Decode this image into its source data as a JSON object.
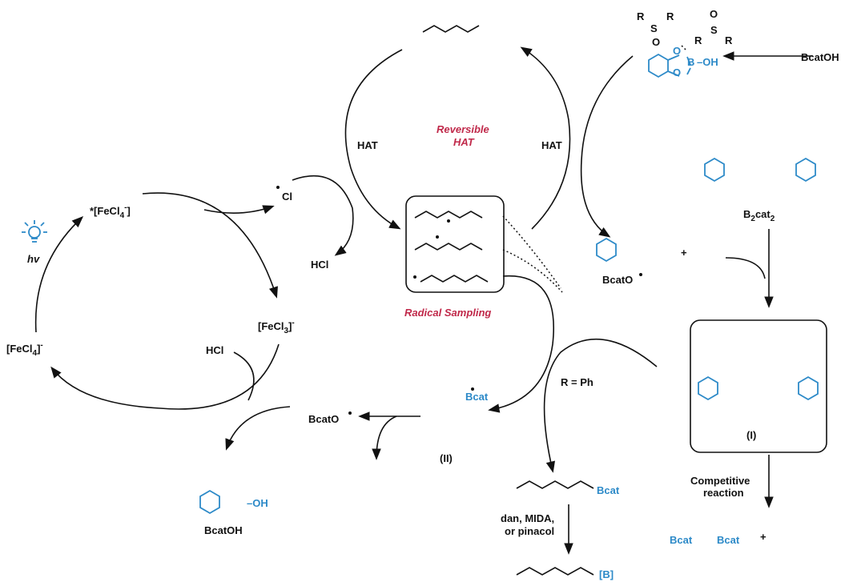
{
  "labels": {
    "fecl4_excited": "*[FeCl",
    "fecl4_excited_sub": "4",
    "fecl4_excited_sup": "-",
    "fecl4": "[FeCl",
    "fecl4_sub": "4",
    "fecl4_sup": "-",
    "fecl3": "[FeCl",
    "fecl3_sub": "3",
    "fecl3_sup": "-",
    "hv": "hv",
    "cl_radical": "Cl",
    "hcl_top": "HCl",
    "hcl_bottom": "HCl",
    "hat_left": "HAT",
    "hat_right": "HAT",
    "reversible_1": "Reversible",
    "reversible_2": "HAT",
    "radical_sampling": "Radical Sampling",
    "bcatoh_right": "BcatOH",
    "b2cat2": "B",
    "b2cat2_sub1": "2",
    "b2cat2_mid": "cat",
    "b2cat2_sub2": "2",
    "bcato_radical_right": "BcatO",
    "bcato_radical_left": "BcatO",
    "plus_1": "+",
    "plus_2": "+",
    "r_equals_ph": "R = Ph",
    "bcat_complex": "Bcat",
    "intermediate_II": "(II)",
    "intermediate_I": "(I)",
    "competitive_1": "Competitive",
    "competitive_2": "reaction",
    "product_bcat": "Bcat",
    "conditions_1": "dan, MIDA,",
    "conditions_2": "or pinacol",
    "product_b": "[B]",
    "bcatoh_bottom": "BcatOH",
    "bcat_left": "Bcat",
    "bcat_right": "Bcat",
    "atom_O": "O",
    "atom_B": "B",
    "atom_S": "S",
    "atom_R": "R",
    "atom_OH": "OH",
    "atom_OH_dash": "–OH"
  },
  "colors": {
    "boron_blue": "#2d8ac8",
    "accent_red": "#c0294a",
    "ink": "#111111"
  }
}
